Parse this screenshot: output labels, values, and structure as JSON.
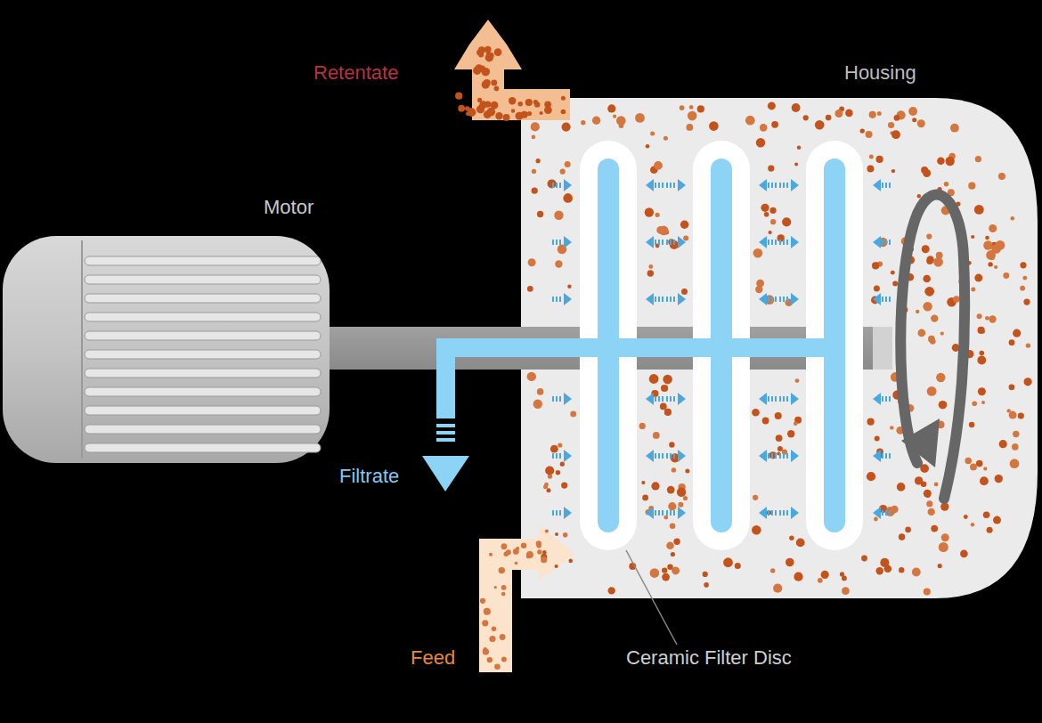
{
  "diagram": {
    "labels": [
      "Retentate",
      "Housing",
      "Motor",
      "Filtrate",
      "Feed",
      "Ceramic Filter Disc"
    ]
  }
}
